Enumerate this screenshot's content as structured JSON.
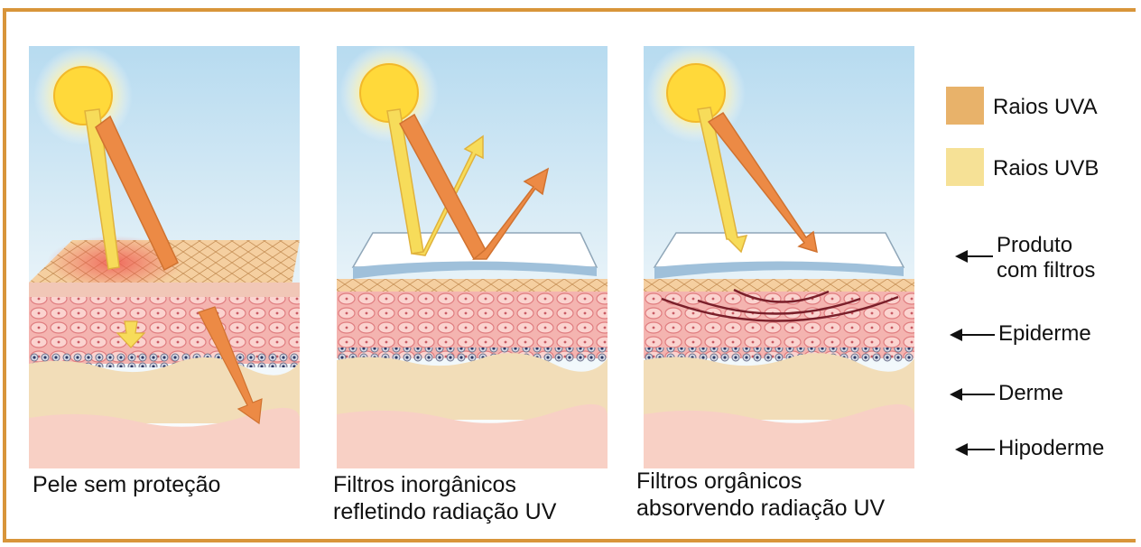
{
  "captions": {
    "scene1": "Pele sem proteção",
    "scene2": "Filtros inorgânicos\nrefletindo radiação UV",
    "scene3": "Filtros orgânicos\nabsorvendo radiação UV"
  },
  "legend": {
    "uva": {
      "label": "Raios UVA",
      "color": "#e8b26a"
    },
    "uvb": {
      "label": "Raios UVB",
      "color": "#f6e196"
    }
  },
  "layers": {
    "product": "Produto\ncom  filtros",
    "epidermis": "Epiderme",
    "dermis": "Derme",
    "hypodermis": "Hipoderme"
  },
  "colors": {
    "frame": "#d8953a",
    "uva_arrow": "#ec8a45",
    "uvb_arrow": "#f7dc5a",
    "sun": "#ffd93a",
    "sky": "#cfe7f4",
    "epidermis": "#f3a7a7",
    "dermis": "#f2ddb8",
    "hypodermis": "#f9d6cd"
  },
  "icons": [
    "sun-icon",
    "uva-ray-arrow",
    "uvb-ray-arrow",
    "skin-block",
    "pointer-arrow-icon"
  ]
}
